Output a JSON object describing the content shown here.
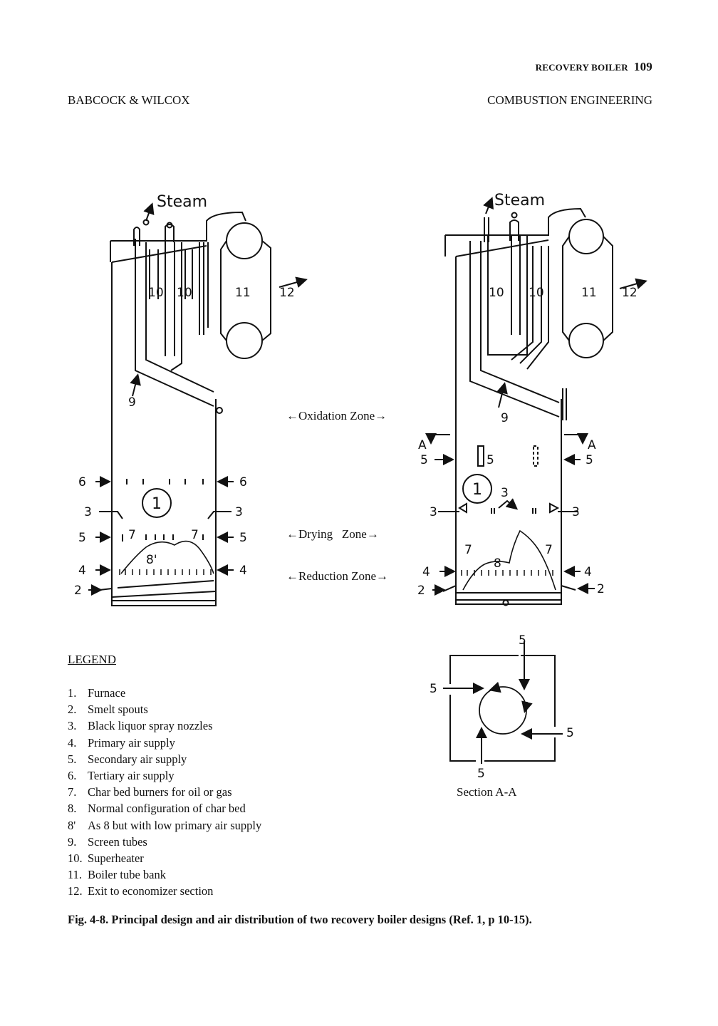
{
  "header": {
    "running_title": "RECOVERY BOILER",
    "page_number": "109",
    "left_title": "BABCOCK & WILCOX",
    "right_title": "COMBUSTION ENGINEERING"
  },
  "diagram": {
    "steam_label": "Steam",
    "zones": [
      "←Oxidation Zone→",
      "←Drying   Zone→",
      "←Reduction Zone→"
    ],
    "numbers": {
      "n1": "1",
      "n2": "2",
      "n3": "3",
      "n4": "4",
      "n5": "5",
      "n6": "6",
      "n7": "7",
      "n8": "8",
      "n8p": "8'",
      "n9": "9",
      "n10": "10",
      "n11": "11",
      "n12": "12",
      "a": "A"
    },
    "section_label": "Section A-A"
  },
  "legend": {
    "title": "LEGEND",
    "items": [
      {
        "num": "1.",
        "text": "Furnace"
      },
      {
        "num": "2.",
        "text": "Smelt spouts"
      },
      {
        "num": "3.",
        "text": "Black liquor spray nozzles"
      },
      {
        "num": "4.",
        "text": "Primary air supply"
      },
      {
        "num": "5.",
        "text": "Secondary air supply"
      },
      {
        "num": "6.",
        "text": "Tertiary air supply"
      },
      {
        "num": "7.",
        "text": "Char bed burners for oil or gas"
      },
      {
        "num": "8.",
        "text": "Normal configuration of char bed"
      },
      {
        "num": "8'",
        "text": "As 8 but with low primary air supply"
      },
      {
        "num": "9.",
        "text": "Screen tubes"
      },
      {
        "num": "10.",
        "text": "Superheater"
      },
      {
        "num": "11.",
        "text": "Boiler tube bank"
      },
      {
        "num": "12.",
        "text": "Exit to economizer section"
      }
    ]
  },
  "caption": "Fig. 4-8.  Principal design and air distribution of two recovery boiler designs (Ref. 1, p 10-15)."
}
